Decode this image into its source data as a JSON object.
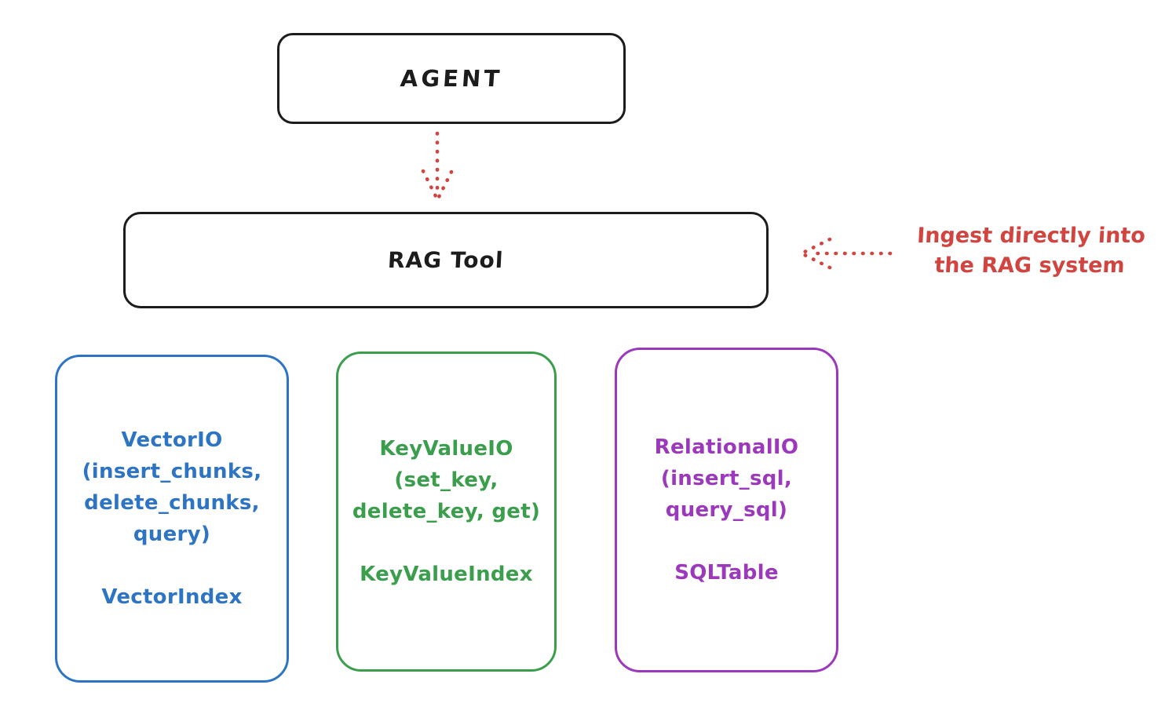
{
  "diagram": {
    "agent": {
      "label": "AGENT"
    },
    "rag_tool": {
      "label": "RAG Tool"
    },
    "annotation": {
      "text": "Ingest directly into\nthe RAG system"
    },
    "stores": [
      {
        "id": "vector",
        "text": "VectorIO\n(insert_chunks,\ndelete_chunks,\nquery)\n\nVectorIndex"
      },
      {
        "id": "keyvalue",
        "text": "KeyValueIO\n(set_key,\ndelete_key, get)\n\nKeyValueIndex"
      },
      {
        "id": "relational",
        "text": "RelationalIO\n(insert_sql,\nquery_sql)\n\nSQLTable"
      }
    ],
    "colors": {
      "stroke_black": "#1c1c1c",
      "arrow_red": "#d14440",
      "vector_blue": "#2e74c4",
      "keyvalue_green": "#3a9e4d",
      "relational_purple": "#9c38bb",
      "background": "#ffffff"
    }
  }
}
